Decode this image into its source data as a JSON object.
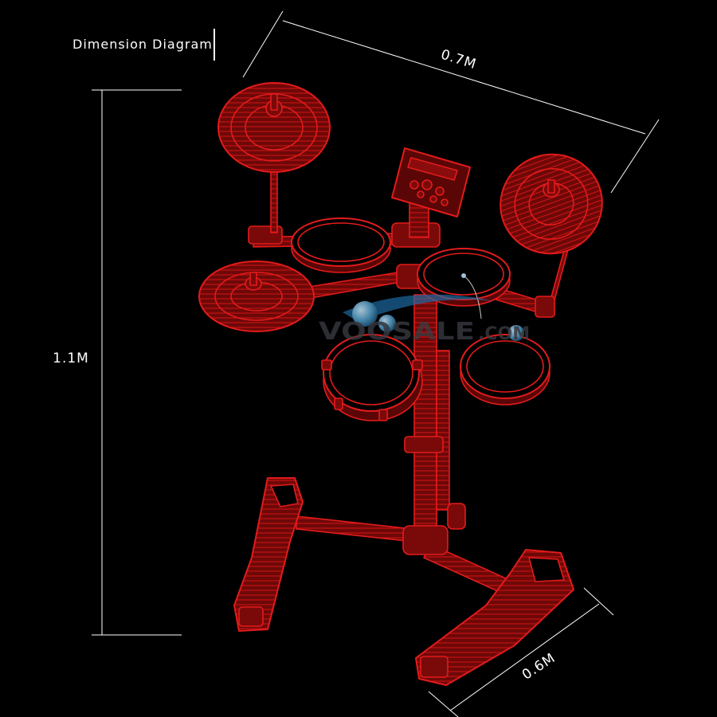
{
  "caption": "Dimension Diagram",
  "dimensions": {
    "width": "0.7M",
    "height": "1.1M",
    "depth": "0.6M"
  },
  "watermark": {
    "text": "VOOSALE",
    "suffix": ".COM"
  },
  "colors": {
    "background": "#000000",
    "outline": "#e31b1b",
    "fill": "#7a0a0a",
    "dimension_lines": "#ffffff",
    "watermark_ball": "#4a90b8",
    "watermark_swoosh": "#1f6fa8"
  },
  "icons": [
    "crash-cymbal-icon",
    "ride-cymbal-icon",
    "hihat-cymbal-icon",
    "drum-module-icon",
    "snare-pad-icon",
    "tom-pad-icon",
    "kick-pedal-icon",
    "hihat-pedal-icon"
  ]
}
